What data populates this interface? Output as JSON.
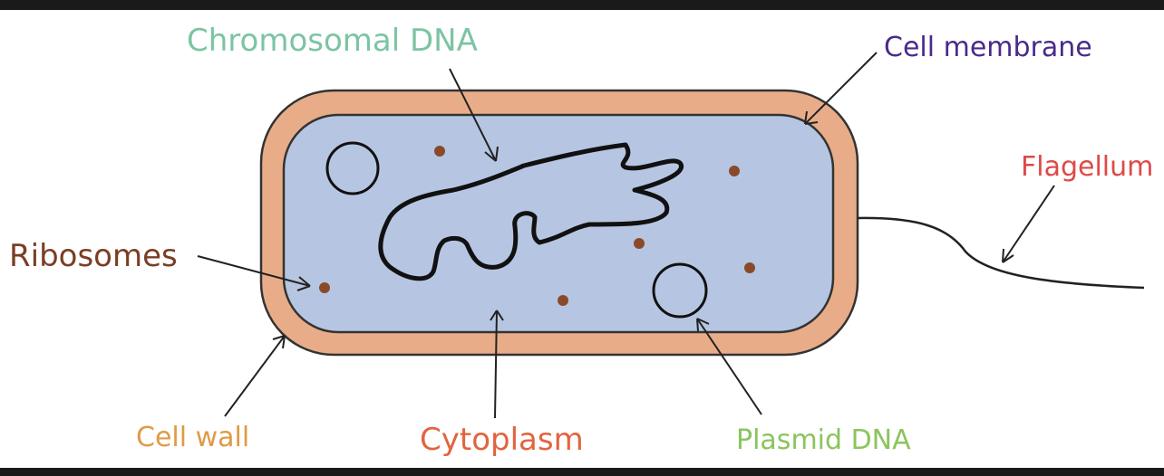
{
  "labels": {
    "chromosomal_dna": "Chromosomal DNA",
    "cell_membrane": "Cell membrane",
    "flagellum": "Flagellum",
    "ribosomes": "Ribosomes",
    "cell_wall": "Cell wall",
    "cytoplasm": "Cytoplasm",
    "plasmid_dna": "Plasmid DNA"
  },
  "colors": {
    "chromosomal_dna": "#7cc4a2",
    "cell_membrane": "#4b2a8a",
    "flagellum": "#e04848",
    "ribosomes": "#7a3e24",
    "cell_wall_label": "#e09a48",
    "cytoplasm": "#e2643e",
    "plasmid_dna": "#8cc45c",
    "cell_wall_fill": "#e8ad88",
    "cytoplasm_fill": "#b6c6e2",
    "ribosome_dot": "#8a4a2a"
  }
}
